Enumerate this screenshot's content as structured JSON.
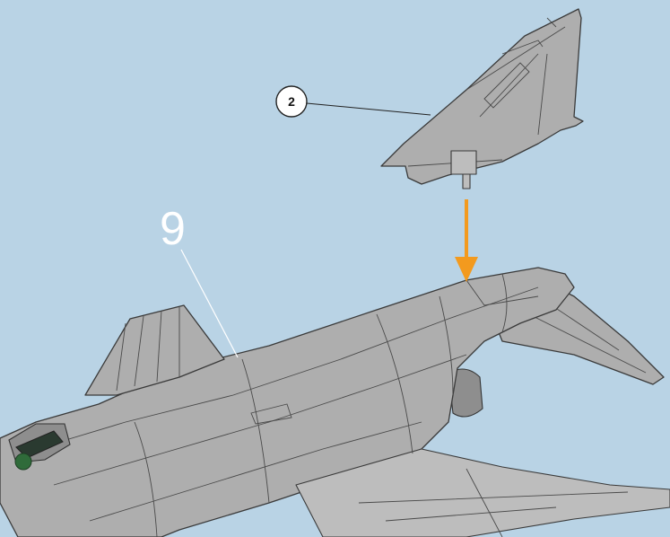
{
  "step": {
    "number": "9"
  },
  "callouts": [
    {
      "number": "2"
    }
  ],
  "colors": {
    "background": "#b9d3e5",
    "part_fill": "#aeaeae",
    "arrow": "#f39a1e",
    "step_number": "#ffffff"
  },
  "illustration": {
    "subject": "aircraft-model-assembly",
    "icons": [
      "vertical-tail-fin",
      "fuselage",
      "insert-arrow"
    ]
  }
}
